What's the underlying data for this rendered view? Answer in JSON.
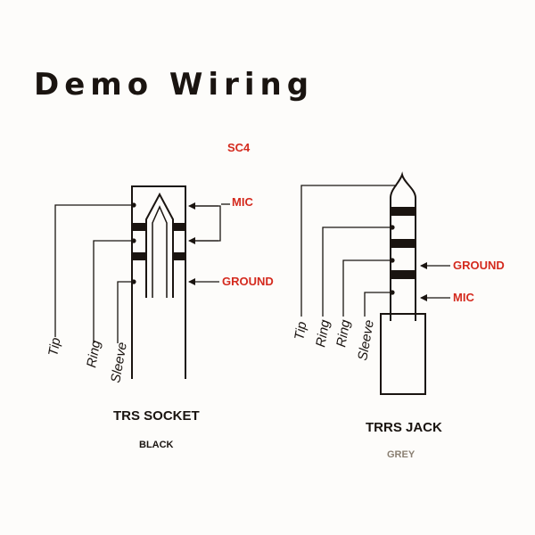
{
  "title": "Demo Wiring",
  "model": "SC4",
  "colors": {
    "ink": "#1a1410",
    "accent": "#d42a1e",
    "grey": "#8a7f72"
  },
  "socket": {
    "name": "TRS SOCKET",
    "color_label": "BLACK",
    "wires": [
      "Tip",
      "Ring",
      "Sleeve"
    ],
    "mic_label": "MIC",
    "ground_label": "GROUND"
  },
  "jack": {
    "name": "TRRS JACK",
    "color_label": "GREY",
    "wires": [
      "Tip",
      "Ring",
      "Ring",
      "Sleeve"
    ],
    "ground_label": "GROUND",
    "mic_label": "MIC"
  }
}
